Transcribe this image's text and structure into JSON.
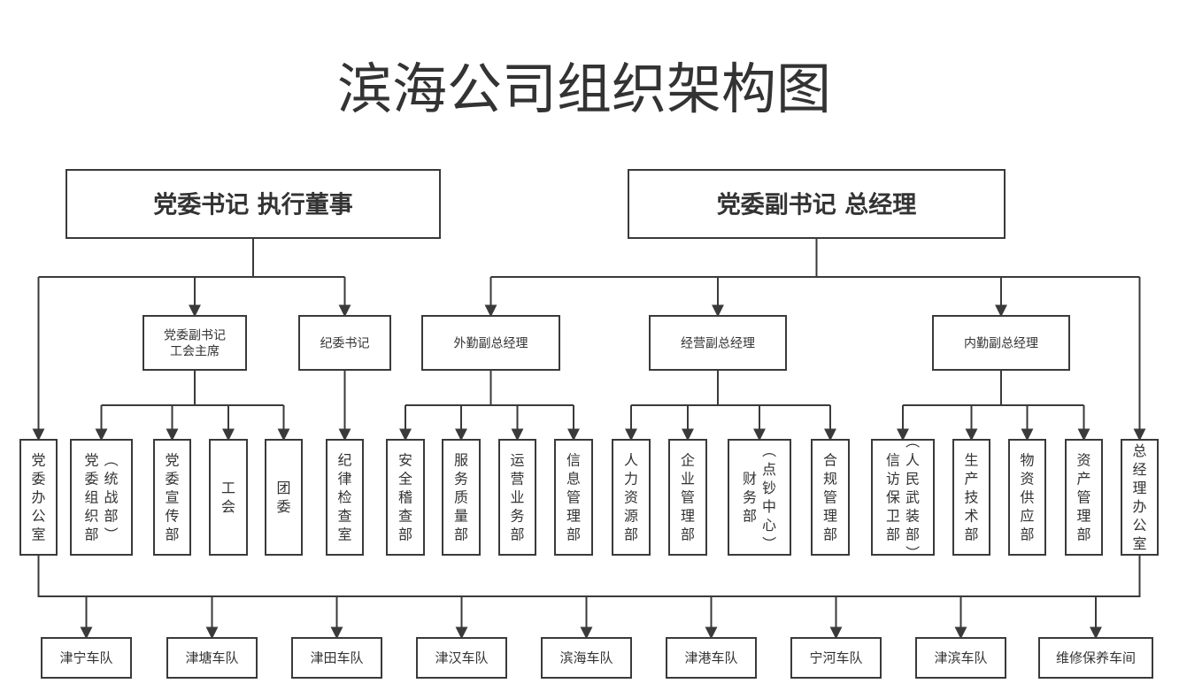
{
  "title": "滨海公司组织架构图",
  "top": [
    {
      "id": "chair",
      "label": "党委书记 执行董事"
    },
    {
      "id": "gm",
      "label": "党委副书记 总经理"
    }
  ],
  "mid": [
    {
      "id": "dep_sec",
      "lines": [
        "党委副书记",
        "工会主席"
      ],
      "parent": "chair"
    },
    {
      "id": "disc_sec",
      "lines": [
        "纪委书记"
      ],
      "parent": "chair"
    },
    {
      "id": "ext_vgm",
      "lines": [
        "外勤副总经理"
      ],
      "parent": "gm"
    },
    {
      "id": "op_vgm",
      "lines": [
        "经营副总经理"
      ],
      "parent": "gm"
    },
    {
      "id": "int_vgm",
      "lines": [
        "内勤副总经理"
      ],
      "parent": "gm"
    }
  ],
  "departments": [
    {
      "cols": [
        "党委办公室"
      ],
      "parent": "chair"
    },
    {
      "cols": [
        "党委组织部",
        "（统战部）"
      ],
      "parent": "dep_sec"
    },
    {
      "cols": [
        "党委宣传部"
      ],
      "parent": "dep_sec"
    },
    {
      "cols": [
        "工会"
      ],
      "parent": "dep_sec"
    },
    {
      "cols": [
        "团委"
      ],
      "parent": "dep_sec"
    },
    {
      "cols": [
        "纪律检查室"
      ],
      "parent": "disc_sec"
    },
    {
      "cols": [
        "安全稽查部"
      ],
      "parent": "ext_vgm"
    },
    {
      "cols": [
        "服务质量部"
      ],
      "parent": "ext_vgm"
    },
    {
      "cols": [
        "运营业务部"
      ],
      "parent": "ext_vgm"
    },
    {
      "cols": [
        "信息管理部"
      ],
      "parent": "ext_vgm"
    },
    {
      "cols": [
        "人力资源部"
      ],
      "parent": "op_vgm"
    },
    {
      "cols": [
        "企业管理部"
      ],
      "parent": "op_vgm"
    },
    {
      "cols": [
        "财务部",
        "（点钞中心）"
      ],
      "parent": "op_vgm"
    },
    {
      "cols": [
        "合规管理部"
      ],
      "parent": "op_vgm"
    },
    {
      "cols": [
        "信访保卫部",
        "（人民武装部）"
      ],
      "parent": "int_vgm"
    },
    {
      "cols": [
        "生产技术部"
      ],
      "parent": "int_vgm"
    },
    {
      "cols": [
        "物资供应部"
      ],
      "parent": "int_vgm"
    },
    {
      "cols": [
        "资产管理部"
      ],
      "parent": "int_vgm"
    },
    {
      "cols": [
        "总经理办公室"
      ],
      "parent": "gm"
    }
  ],
  "teams": [
    "津宁车队",
    "津塘车队",
    "津田车队",
    "津汉车队",
    "滨海车队",
    "津港车队",
    "宁河车队",
    "津滨车队",
    "维修保养车间"
  ],
  "colors": {
    "line": "#3a3a3a",
    "text": "#333333",
    "background": "#ffffff"
  }
}
